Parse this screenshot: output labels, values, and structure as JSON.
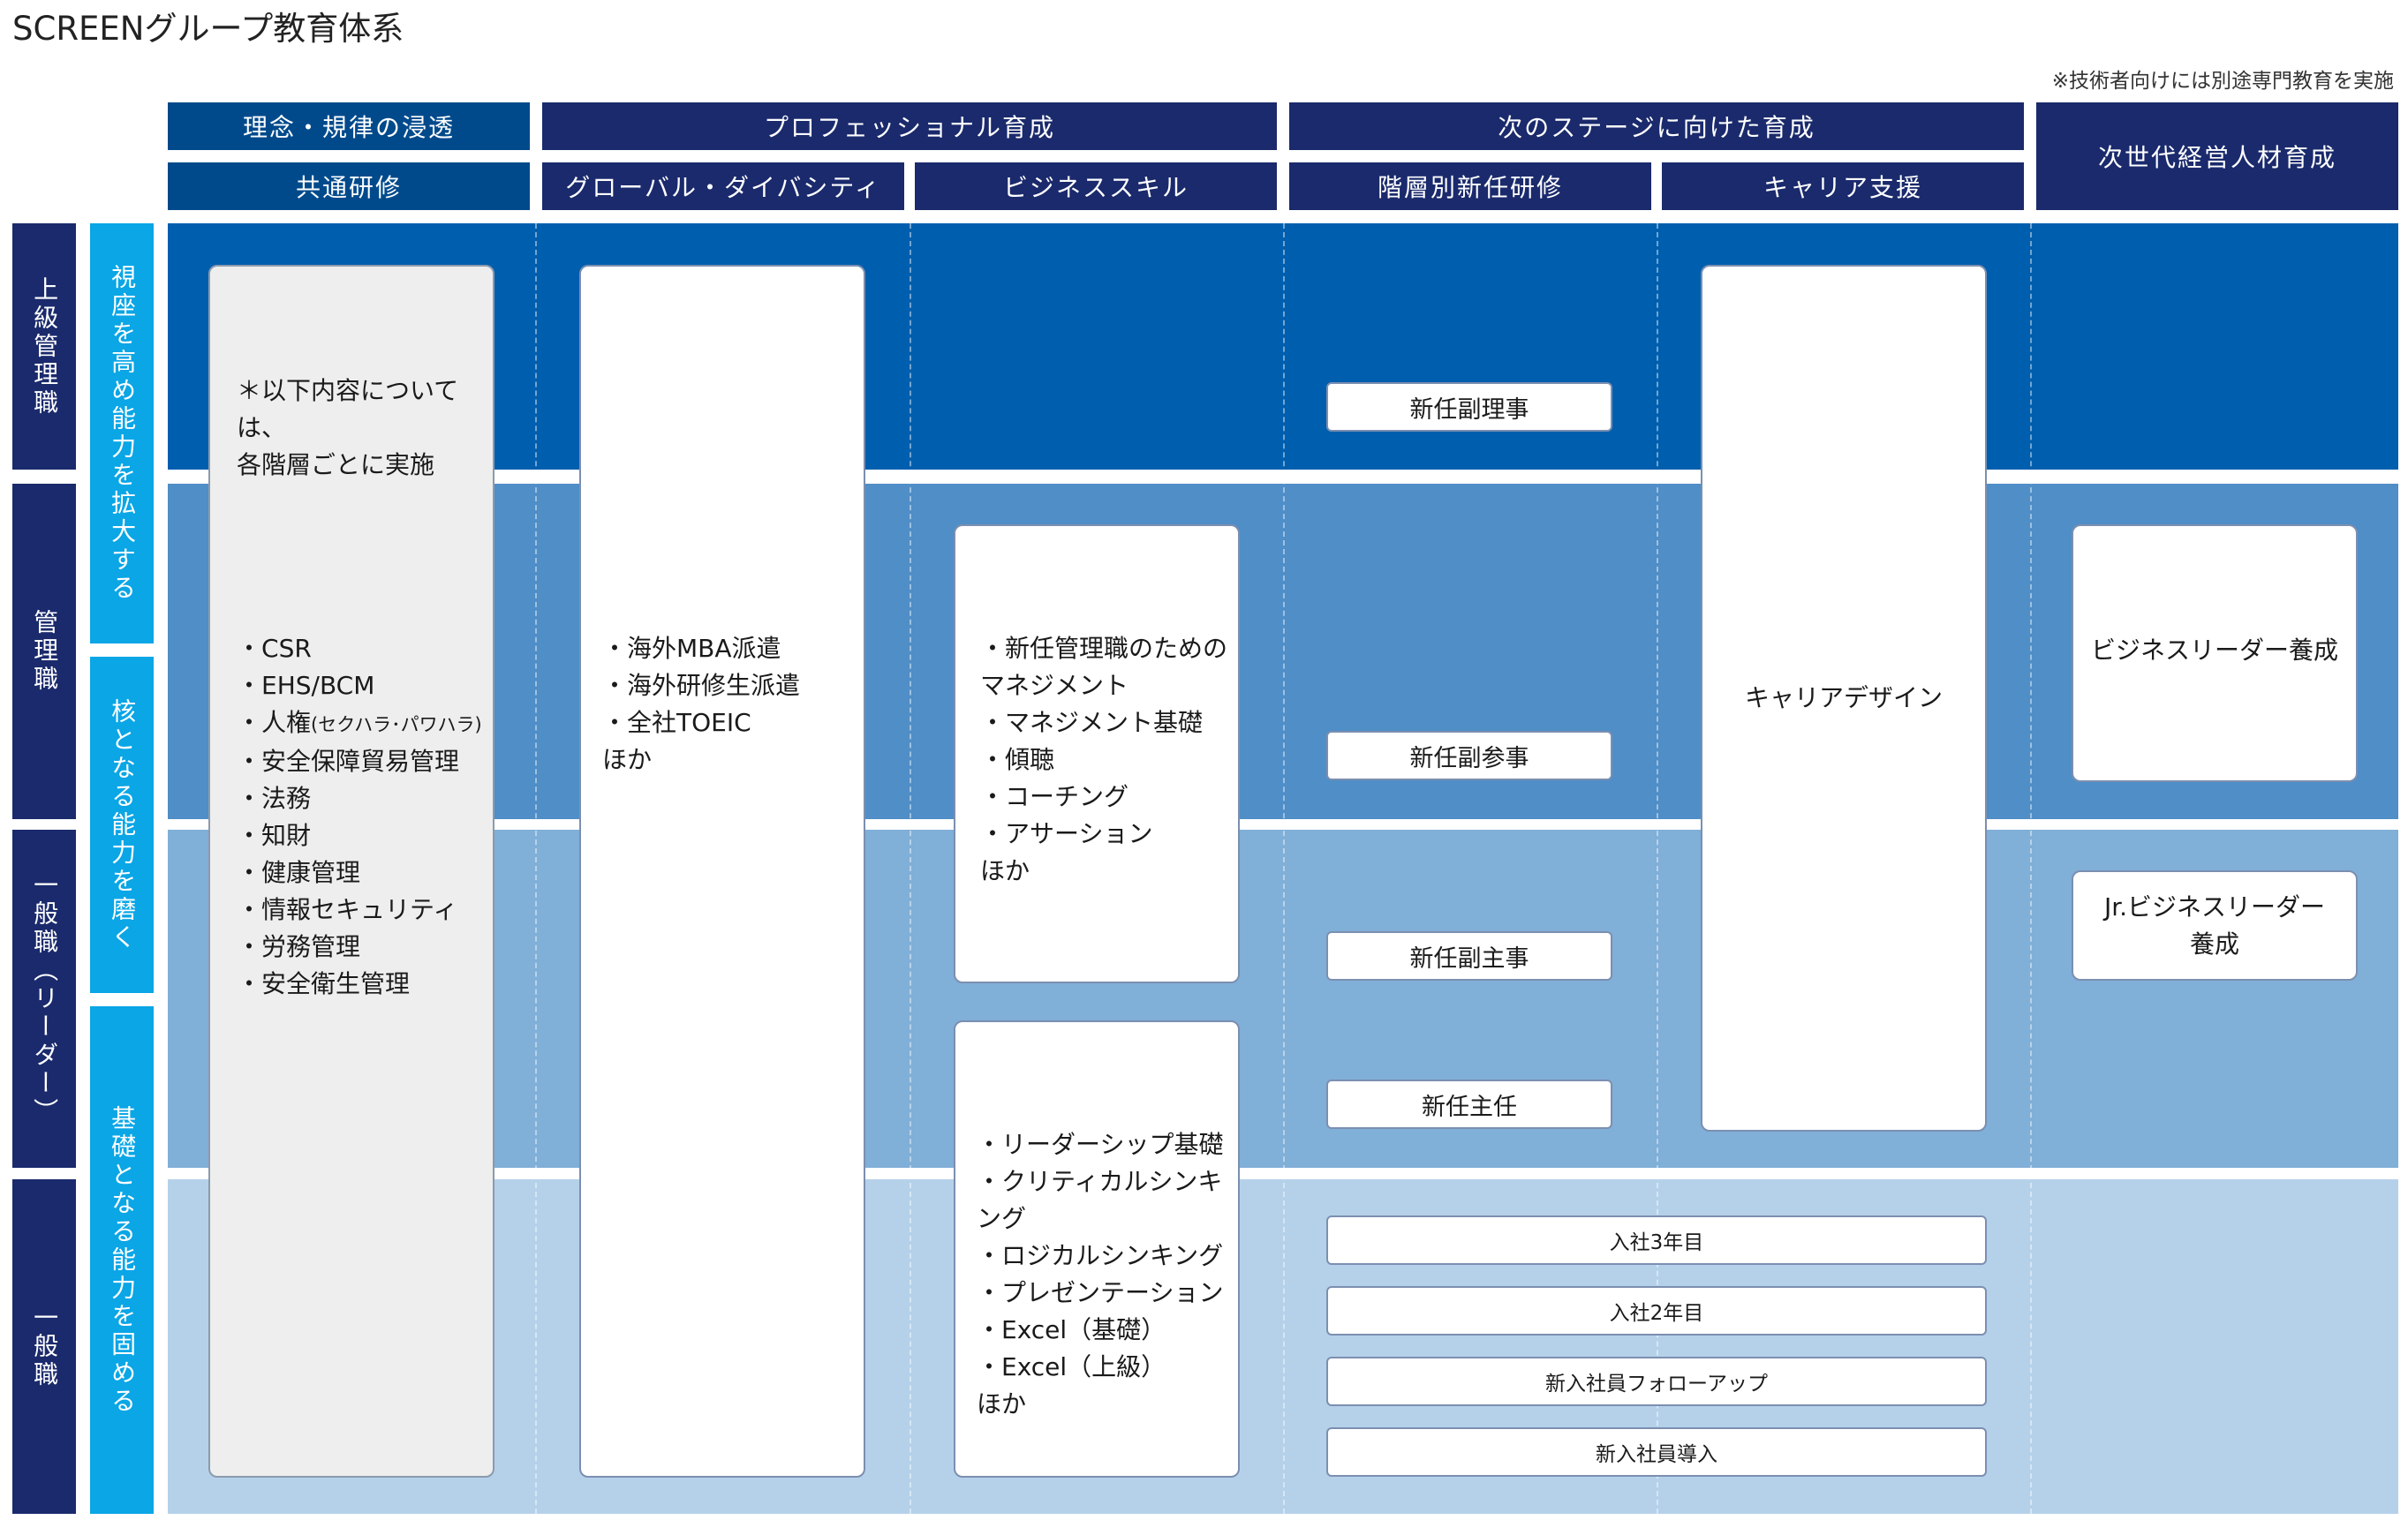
{
  "title": "SCREENグループ教育体系",
  "note": "※技術者向けには別途専門教育を実施",
  "headers": {
    "top": [
      {
        "label": "理念・規律の浸透"
      },
      {
        "label": "プロフェッショナル育成"
      },
      {
        "label": "次のステージに向けた育成"
      },
      {
        "label": "次世代経営人材育成"
      }
    ],
    "sub": [
      {
        "label": "共通研修"
      },
      {
        "label": "グローバル・ダイバシティ"
      },
      {
        "label": "ビジネススキル"
      },
      {
        "label": "階層別新任研修"
      },
      {
        "label": "キャリア支援"
      }
    ]
  },
  "levels": [
    {
      "label": "上級管理職"
    },
    {
      "label": "管理職"
    },
    {
      "label": "一般職（リーダー）"
    },
    {
      "label": "一般職"
    }
  ],
  "roles": [
    {
      "label": "視座を高め能力を拡大する"
    },
    {
      "label": "核となる能力を磨く"
    },
    {
      "label": "基礎となる能力を固める"
    }
  ],
  "common": {
    "note": "＊以下内容については、\n各階層ごとに実施",
    "items": [
      "CSR",
      "EHS/BCM",
      "人権",
      "安全保障貿易管理",
      "法務",
      "知財",
      "健康管理",
      "情報セキュリティ",
      "労務管理",
      "安全衛生管理"
    ],
    "item_note": "(セクハラ･パワハラ)"
  },
  "global": {
    "items": [
      "海外MBA派遣",
      "海外研修生派遣",
      "全社TOEIC"
    ],
    "tail": "ほか"
  },
  "business_upper": {
    "items": [
      "新任管理職のための　マネジメント",
      "マネジメント基礎",
      "傾聴",
      "コーチング",
      "アサーション"
    ],
    "tail": "ほか"
  },
  "business_lower": {
    "items": [
      "リーダーシップ基礎",
      "クリティカルシンキング",
      "ロジカルシンキング",
      "プレゼンテーション",
      "Excel（基礎）",
      "Excel（上級）"
    ],
    "tail": "ほか"
  },
  "tiered": {
    "director": "新任副理事",
    "counselor": "新任副参事",
    "chief": "新任副主事",
    "lead": "新任主任"
  },
  "career": {
    "label": "キャリアデザイン"
  },
  "joiner": {
    "year3": "入社3年目",
    "year2": "入社2年目",
    "follow": "新入社員フォローアップ",
    "intro": "新入社員導入"
  },
  "executive": {
    "bl": "ビジネスリーダー養成",
    "jr": "Jr.ビジネスリーダー\n養成"
  },
  "colors": {
    "header_blue": "#004a8c",
    "header_navy": "#1a2a6c",
    "band_1": "#005eae",
    "band_2": "#4f8ec7",
    "band_3": "#80afd8",
    "band_4": "#b5d1ea",
    "role_cyan": "#0aa6e6"
  }
}
